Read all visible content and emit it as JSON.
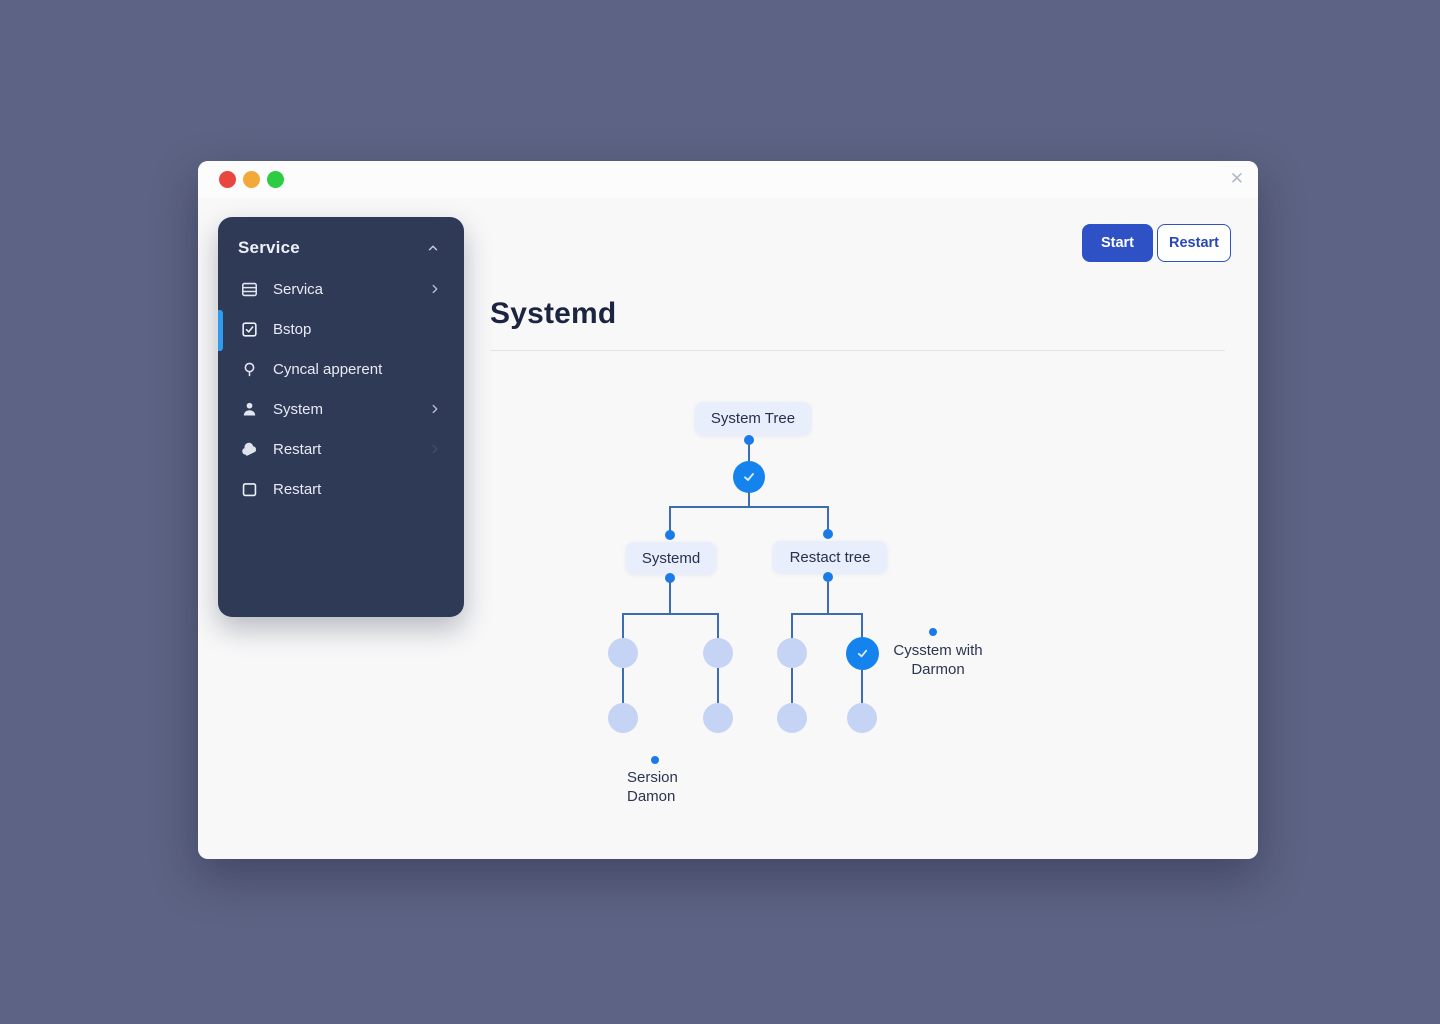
{
  "window": {
    "close_label": "✕"
  },
  "sidebar": {
    "header_label": "Service",
    "items": [
      {
        "label": "Servica",
        "icon": "server-list-icon",
        "has_chevron": true
      },
      {
        "label": "Bstop",
        "icon": "checkbox-checked-icon",
        "active": true
      },
      {
        "label": "Cyncal apperent",
        "icon": "pin-icon"
      },
      {
        "label": "System",
        "icon": "user-icon",
        "has_chevron": true
      },
      {
        "label": "Restart",
        "icon": "cloud-icon"
      },
      {
        "label": "Restart",
        "icon": "square-outline-icon"
      }
    ]
  },
  "toolbar": {
    "start_label": "Start",
    "restart_label": "Restart"
  },
  "main": {
    "title": "Systemd"
  },
  "diagram": {
    "root_label": "System Tree",
    "left_child_label": "Systemd",
    "right_child_label": "Restact tree",
    "right_annotation_line1": "Cysstem with",
    "right_annotation_line2": "Darmon",
    "bottom_annotation_line1": "Sersion",
    "bottom_annotation_line2": "Damon"
  },
  "colors": {
    "desktop_bg": "#5d6384",
    "window_bg": "#f8f8f9",
    "sidebar_bg": "#2f3a57",
    "accent_blue": "#1583ee",
    "dot_blue": "#1a7ae8",
    "line_blue": "#3d6cb0",
    "light_node": "#c5d4f4",
    "primary_button": "#2e52c5",
    "active_indicator": "#2d9bf0",
    "traffic_red": "#ea4640",
    "traffic_yellow": "#f3a93a",
    "traffic_green": "#2ecb44"
  }
}
